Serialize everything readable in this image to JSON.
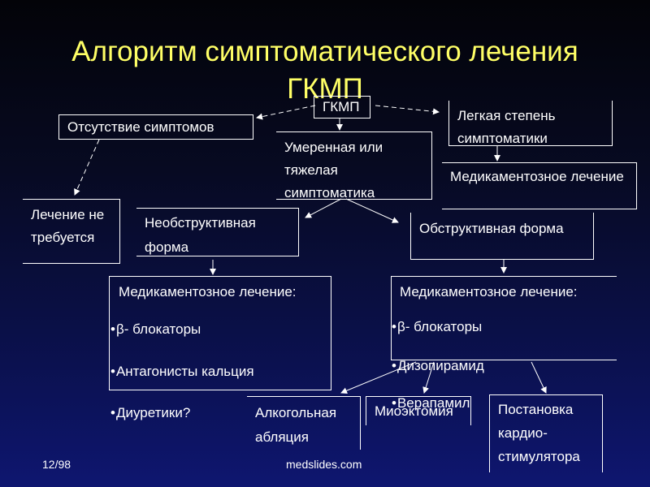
{
  "title": {
    "line1": "Алгоритм симптоматического лечения",
    "line2": "ГКМП"
  },
  "nodes": {
    "gkmp": "ГКМП",
    "no_symptoms": "Отсутствие симптомов",
    "mild": "Легкая степень симптоматики",
    "moderate_severe": "Умеренная или тяжелая симптоматика",
    "drug_mild": "Медикаментозное лечение",
    "no_treatment": "Лечение не требуется",
    "nonobstructive": "Необструктивная форма",
    "obstructive": "Обструктивная форма",
    "left_drug": {
      "heading": "Медикаментозное лечение:",
      "items": [
        "β- блокаторы",
        "Антагонисты кальция",
        "Диуретики?"
      ]
    },
    "right_drug": {
      "heading": "Медикаментозное лечение:",
      "items": [
        "β- блокаторы",
        "Дизопирамид",
        "Верапамил"
      ]
    },
    "alcohol_ablation": "Алкогольная абляция",
    "myectomy": "Миоэктомия",
    "pacing": "Постановка кардио-стимулятора"
  },
  "footer": {
    "page": "12/98",
    "site": "medslides.com"
  }
}
